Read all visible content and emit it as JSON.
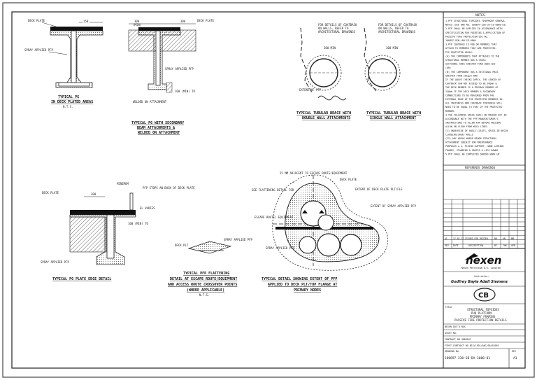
{
  "captions": {
    "pg_deck": [
      "TYPICAL PG",
      "IN DECK PLATED AREAS",
      "N.T.S."
    ],
    "pg_secondary": [
      "TYPICAL PG WITH SECONDARY",
      "BEAM ATTACHMENTS &",
      "WELDED ON ATTACHMENT"
    ],
    "brace_double": [
      "TYPICAL TUBULAR BRACE WITH",
      "DOUBLE WALL ATTACHMENTS"
    ],
    "brace_single": [
      "TYPICAL TUBULAR BRACE WITH",
      "SINGLE WALL ATTACHMENT"
    ],
    "pg_edge": [
      "TYPICAL PG PLATE EDGE DETAIL"
    ],
    "pfp_flat": [
      "TYPICAL PFP FLATTENING",
      "DETAIL AT ESCAPE ROUTE/EQUIPMENT",
      "AND ACCESS ROUTE CROSSOVER POINTS",
      "(WHERE APPLICABLE)",
      "N.T.S."
    ],
    "pfp_extent": [
      "TYPICAL DETAIL SHOWING EXTENT OF PFP",
      "APPLIED TO DECK PLT/TOP FLANGE AT",
      "PRIMARY NODES"
    ]
  },
  "labels": {
    "deck_plate": "DECK PLATE",
    "dim_150": "150",
    "spray_pfp": "SPRAY APPLIED PFP",
    "dim_300": "300",
    "dim_300_min": "(MIN)",
    "welded_on": "WELDED ON ATTACHMENT",
    "dim_100": "100 (MIN) TO",
    "pfp_details_a": "FOR DETAILS OF COATBACK",
    "pfp_details_b": "ON WALLS, REFER TO",
    "pfp_details_c": "ARCHITECTURAL DRAWINGS",
    "dim_300_min2": "300 MIN",
    "extent_pfp": "EXTENT OF PFP",
    "minimum": "MINIMUM",
    "pfp_stops": "PFP STOPS AN BACK OF DECK PLATE",
    "el_varies": "EL VARIES",
    "dim_100_max": "100 (MIN) TO",
    "pfp_text": "PFP",
    "deck_plt": "DECK PLT",
    "spray_fp": "SPRAY APPLIED PFP",
    "adjacent_escape": "25 MM ADJACENT TO ESCAPE ROUTE/EQUIPMENT",
    "see_flattening": "SEE FLATTENING DETAIL FOR",
    "escape_route": "ESCAPE ROUTE/ EQUIPMENT",
    "deck_plate2": "DECK PLATE",
    "extent_deck": "EXTENT OF DECK PLATE PLT/FLG",
    "extent_spray": "EXTENT OF SPRAY APPLIED PFP",
    "spray_pfp2": "SPRAY APPLIED PFP"
  },
  "notes": {
    "title": "NOTES",
    "lines": [
      "1.PFP STRUCTURAL TOPSIDES FIREPROOF GENERAL",
      "NOTES (SEE DWG NO. 100897-230-LW-25-0000-01)",
      "2.PFP SHALL BE APPLIED IN ACCORDANCE WITH",
      "SPECIFICATION FOR PAINTING & APPLICATION OF",
      "PASSIVE FIRE PROTECTION DOC No.",
      "100897-GEN-LRH-SP-0004",
      "3.PFP COATBACK IS RQD ON MEMBERS THAT",
      "ATTACH TO MEMBERS THAT ARE PROTECTED.",
      "PFP PROTECTED AREAS:",
      "(A) THE COMPONENTS THAT ATTACHES TO THE",
      "STRUCTURAL MEMBER HAS A CROSS",
      "SECTIONAL AREA GREATER THAN 3000 mm2",
      "(OR)",
      "(B) THE COMPONENT HAS A SECTIONAL MASS",
      "GREATER THAN 25kg/m ROW",
      "IF THE ABOVE CHECKS APPLY, THE LENGTH OF",
      "COATBACK CAN NOT EXCEED TO BE 300mm &",
      "THE DECK MEMBER IS A PRIMARY MEMBER OF",
      "150mm IF THE DECK MEMBER & SECONDARY",
      "CONNECTIONS TO BE MEASURED FROM THE",
      "EXTERNAL EDGE OF THE PROTECTED MEMBERS IN",
      "ALL INSTANCES AND COATBACK THICKNESS WILL",
      "NEED TO BE EQUAL TO THAT OF THE PROTECTED",
      "MEMBER.",
      "4.THE FOLLOWING AREAS SHALL BE MASKED OFF IN",
      "ACCORDANCE WITH THE PFP MANUFACTURER'S",
      "INSTRUCTIONS TO ALLOW FOR BEFORE WELDING",
      "ALLOW AN CLEAR FROM WELD LINES.",
      "(I) UNDERSIDE OF ANGLE CLEATS, GRIDS-IN BEGIN",
      "CLADDING/SHEET WALLS",
      "(II) ANY AREAS WHERE MINOR STRUCTURAL",
      "ATTACHMENT SUBJECT FOR MAINTENANCE",
      "PURPOSES i.e. FIXING SUPPORT, HAND LATRING",
      "FRAMES, STANDING & GRATES & LIFE DOWNS",
      "5.PFP SHALL BE COMPLETED DURING WORK-UP"
    ]
  },
  "reference": {
    "title": "REFERENCE DRAWINGS"
  },
  "revisions": {
    "row1": [
      "A1",
      "17.02.17",
      "ISSUED FOR REVIEW",
      "ND",
      "AB",
      "MM"
    ],
    "header": [
      "REV",
      "DATE",
      "DESCRIPTION",
      "BY",
      "CHK",
      "APR"
    ]
  },
  "logos": {
    "client_name": "nexen",
    "client_sub": "Nexen Petroleum U.K. Limited",
    "contractor": "Contractor:",
    "contractor_name": "Godfrey Bayle Adell Siemens",
    "logo_mark": "CB"
  },
  "title_block": {
    "title_label": "TITLE",
    "title_lines": [
      "STRUCTURAL TOPSIDES",
      "PUQ PLATFORM",
      "PRIMARY FRAMING",
      "PASSIVE FIRE PROTECTION DETAILS"
    ],
    "rows": [
      "NEXEN DOC'D NOS.",
      "ASSET No.",
      "CONTRACT NO 3000107",
      "FIRST CONTRACT NO B1E/LF01/ANC/09/02003"
    ],
    "drawing_no_label": "DRAWING No.",
    "drawing_no": "100897-230-SB-DA-3000-01",
    "rev_label": "REV",
    "rev": "A1"
  }
}
